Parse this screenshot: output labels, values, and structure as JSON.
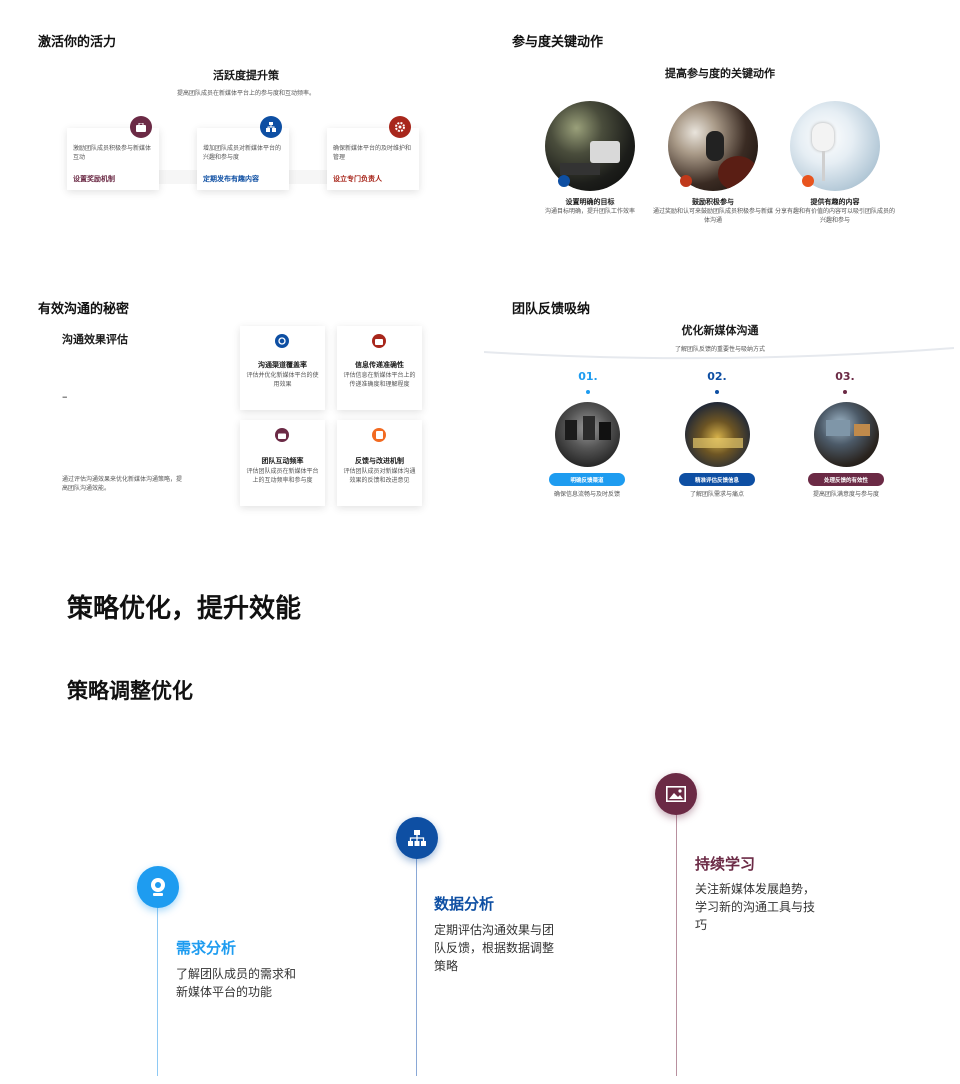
{
  "p1": {
    "section_title": "激活你的活力",
    "title": "活跃度提升策",
    "subtitle": "提高团队成员在新媒体平台上的参与度和互动频率。",
    "cards": [
      {
        "desc": "激励团队成员积极参与新媒体互动",
        "label": "设置奖励机制",
        "color": "#6b2a45",
        "icon": "briefcase-icon"
      },
      {
        "desc": "增加团队成员对新媒体平台的兴趣和参与度",
        "label": "定期发布有趣内容",
        "color": "#0e4fa3",
        "icon": "share-icon"
      },
      {
        "desc": "确保新媒体平台的及时维护和管理",
        "label": "设立专门负责人",
        "color": "#a8271c",
        "icon": "gear-icon"
      }
    ]
  },
  "p2": {
    "section_title": "参与度关键动作",
    "title": "提高参与度的关键动作",
    "items": [
      {
        "title": "设置明确的目标",
        "desc": "沟通目标明确，提升团队工作效率",
        "dot": "#0e4fa3"
      },
      {
        "title": "鼓励积极参与",
        "desc": "通过奖励和认可来鼓励团队成员积极参与新媒体沟通",
        "dot": "#c0391b"
      },
      {
        "title": "提供有趣的内容",
        "desc": "分享有趣和有价值的内容可以吸引团队成员的兴趣和参与",
        "dot": "#e8541e"
      }
    ]
  },
  "p3": {
    "section_title": "有效沟通的秘密",
    "left_title": "沟通效果评估",
    "dash": "–",
    "left_desc": "通过评估沟通效果来优化新媒体沟通策略，提高团队沟通效能。",
    "cards": [
      {
        "title": "沟通渠道覆盖率",
        "desc": "评估并优化新媒体平台的使用效果",
        "color": "#0e4fa3",
        "icon": "target-icon"
      },
      {
        "title": "信息传递准确性",
        "desc": "评估信息在新媒体平台上的传递准确度和理解程度",
        "color": "#a8271c",
        "icon": "folder-icon"
      },
      {
        "title": "团队互动频率",
        "desc": "评估团队成员在新媒体平台上的互动频率和参与度",
        "color": "#6b2a45",
        "icon": "briefcase-icon"
      },
      {
        "title": "反馈与改进机制",
        "desc": "评估团队成员对新媒体沟通效果的反馈和改进意见",
        "color": "#f26a21",
        "icon": "document-icon"
      }
    ]
  },
  "p4": {
    "section_title": "团队反馈吸纳",
    "title": "优化新媒体沟通",
    "subtitle": "了解团队反馈的重要性与吸纳方式",
    "steps": [
      {
        "num": "01.",
        "pill": "明确反馈渠道",
        "desc": "确保信息流畅与及时反馈",
        "color": "#1e9cf0"
      },
      {
        "num": "02.",
        "pill": "精准评估反馈信息",
        "desc": "了解团队需求与痛点",
        "color": "#0e4fa3"
      },
      {
        "num": "03.",
        "pill": "处理反馈的有效性",
        "desc": "提高团队满意度与参与度",
        "color": "#6b2a45"
      }
    ]
  },
  "p5": {
    "title": "策略优化，提升效能",
    "subtitle": "策略调整优化",
    "nodes": [
      {
        "title": "需求分析",
        "desc": "了解团队成员的需求和新媒体平台的功能",
        "color": "#1e9cf0",
        "icon": "webcam-icon"
      },
      {
        "title": "数据分析",
        "desc": "定期评估沟通效果与团队反馈，根据数据调整策略",
        "color": "#0e4fa3",
        "icon": "sitemap-icon"
      },
      {
        "title": "持续学习",
        "desc": "关注新媒体发展趋势，学习新的沟通工具与技巧",
        "color": "#6b2a45",
        "icon": "image-icon"
      }
    ]
  }
}
